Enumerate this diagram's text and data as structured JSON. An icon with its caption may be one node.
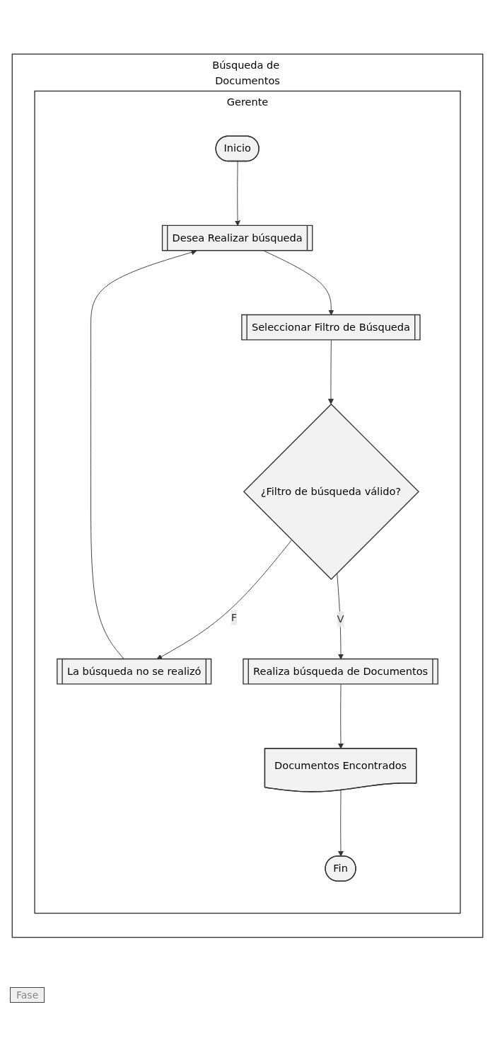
{
  "diagram": {
    "nodes": [
      {
        "text": [
          "Búsqueda de Documentos"
        ]
      },
      {
        "text": [
          "Gerente"
        ],
        "in": 0
      },
      {
        "text": [
          "Inicio"
        ],
        "in": 1
      },
      {
        "text": [
          "Desea Realizar búsqueda"
        ],
        "in": 1
      },
      {
        "text": [
          "Seleccionar Filtro de Búsqueda"
        ],
        "in": 1
      },
      {
        "text": [
          "¿Filtro de búsqueda válido?"
        ],
        "in": 1
      },
      {
        "text": [
          "La búsqueda no se realizó"
        ],
        "in": 1
      },
      {
        "text": [
          "Realiza búsqueda de Documentos"
        ],
        "in": 1
      },
      {
        "text": [
          "Documentos Encontrados"
        ],
        "in": 1
      },
      {
        "text": [
          "Fin"
        ],
        "in": 1
      }
    ],
    "edges": [
      {
        "from": 2,
        "to": 3,
        "arrow": "to"
      },
      {
        "from": 3,
        "to": 4,
        "arrow": "to"
      },
      {
        "from": 4,
        "to": 5,
        "arrow": "to"
      },
      {
        "from": 5,
        "to": 6,
        "label": "F",
        "arrow": "to"
      },
      {
        "from": 6,
        "to": 3,
        "arrow": "to"
      },
      {
        "from": 5,
        "to": 7,
        "label": "V",
        "arrow": "to"
      },
      {
        "from": 7,
        "to": 8,
        "arrow": "to"
      },
      {
        "from": 8,
        "to": 9,
        "arrow": "to"
      }
    ],
    "labels": [
      "Fase"
    ]
  }
}
